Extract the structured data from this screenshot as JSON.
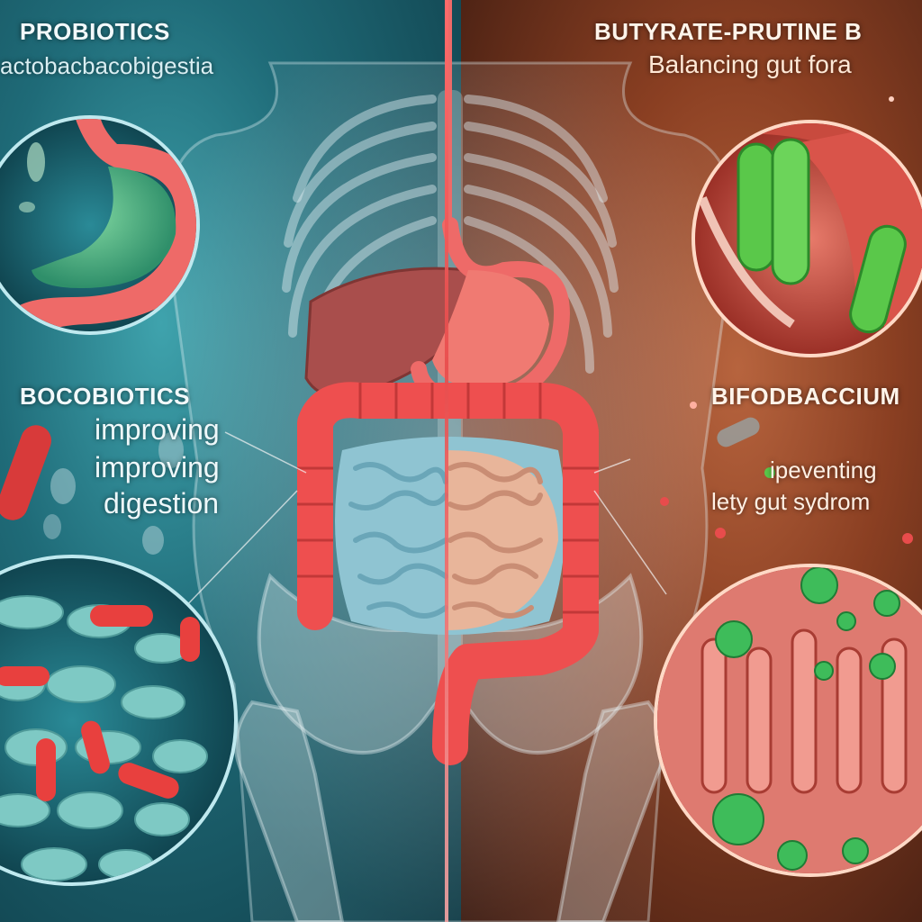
{
  "left": {
    "heading_top": "PROBIOTICS",
    "subheading_top": "actobacbacobigestia",
    "heading_mid": "BOCOBIOTICS",
    "body_line1": "improving",
    "body_line2": "improving",
    "body_line3": "digestion"
  },
  "right": {
    "heading_top": "BUTYRATE-PRUTINE B",
    "subheading_top": "Balancing gut fora",
    "heading_mid": "BIFODBACCIUM",
    "body_line1": "ipeventing",
    "body_line2": "lety gut sydrom"
  },
  "colors": {
    "left_bg": "#1f6b78",
    "right_bg": "#8a3f22",
    "organ_red": "#e84c4c",
    "bacteria_green": "#3fb548",
    "bacteria_teal": "#5fb3b3"
  }
}
